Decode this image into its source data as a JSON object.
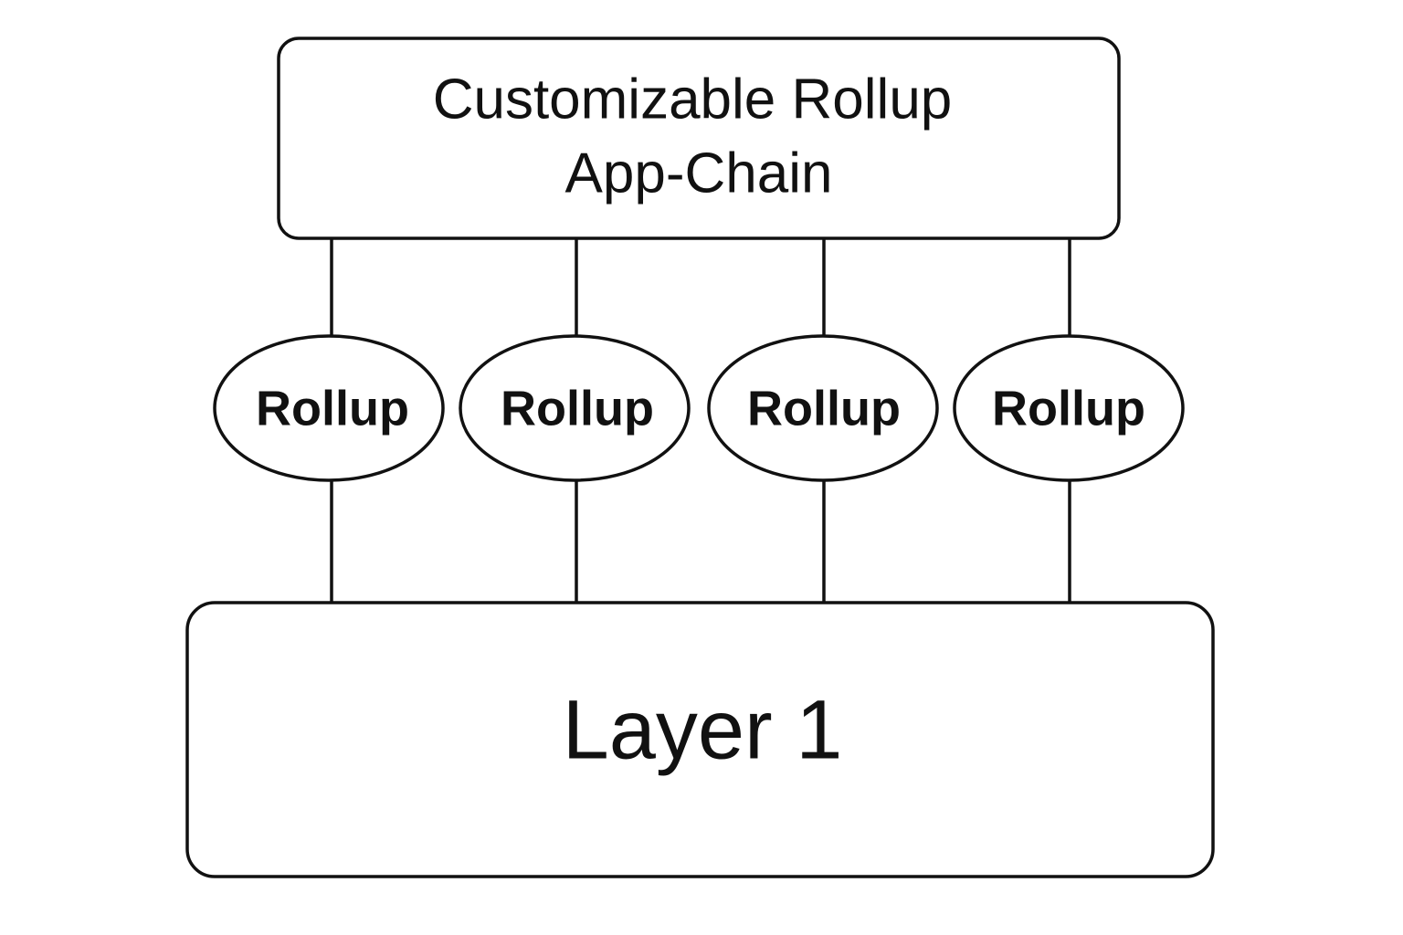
{
  "top_block": {
    "line1": "Customizable Rollup",
    "line2": "App-Chain"
  },
  "rollups": [
    {
      "label": "Rollup"
    },
    {
      "label": "Rollup"
    },
    {
      "label": "Rollup"
    },
    {
      "label": "Rollup"
    }
  ],
  "base_block": {
    "label": "Layer 1"
  },
  "colors": {
    "stroke": "#111111",
    "fill": "#ffffff"
  }
}
